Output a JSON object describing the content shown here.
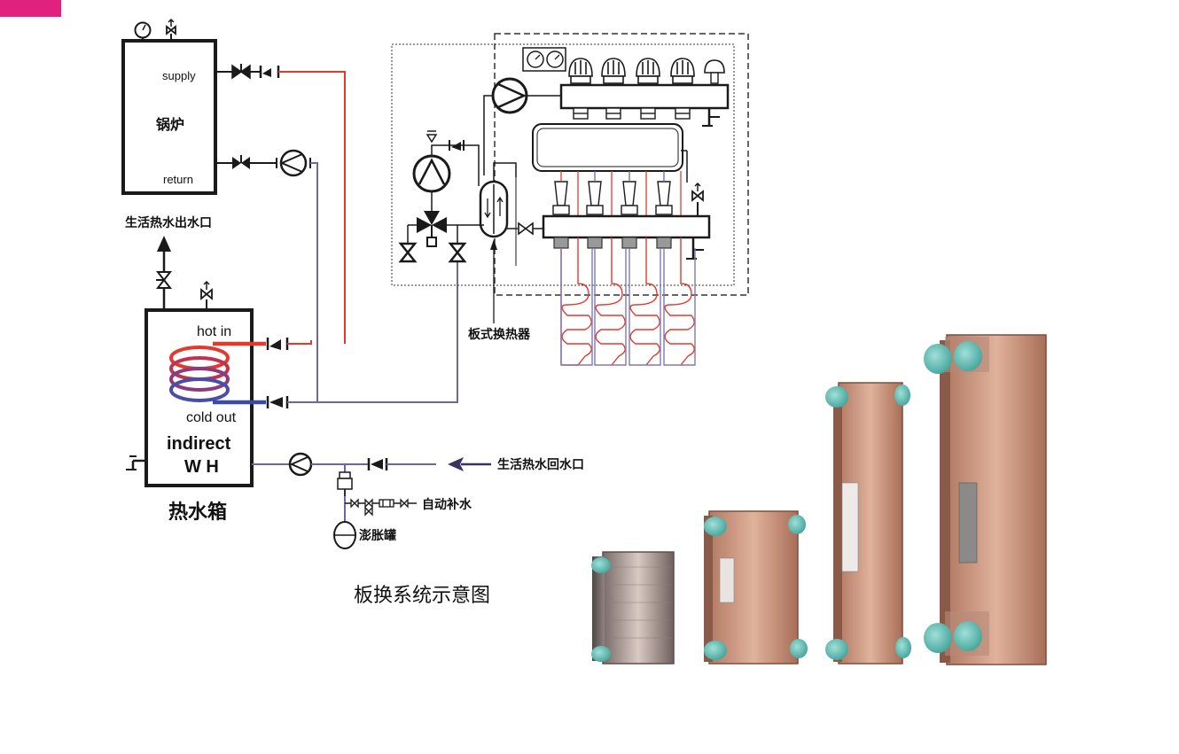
{
  "colors": {
    "accent_tab": "#e0217e",
    "hot_pipe": "#e23b2e",
    "cold_pipe": "#6e64a8",
    "line": "#1a1a1a",
    "copper": "#c98f73",
    "port_teal": "#5fbfb6"
  },
  "boiler": {
    "supply_label": "supply",
    "name_label": "锅炉",
    "return_label": "return"
  },
  "domestic_hot_outlet_label": "生活热水出水口",
  "tank": {
    "hot_in_label": "hot  in",
    "cold_out_label": "cold out",
    "indirect_label": "indirect",
    "wh_label": "W H",
    "name_label": "热水箱"
  },
  "domestic_return_label": "生活热水回水口",
  "auto_fill_label": "自动补水",
  "expansion_tank_label": "澎胀罐",
  "plate_exchanger_label": "板式换热器",
  "diagram_title": "板换系统示意图",
  "icons": [
    "gauge-icon",
    "relief-valve-icon",
    "gate-valve-icon",
    "check-valve-icon",
    "pump-icon",
    "faucet-icon",
    "three-way-valve-icon",
    "air-vent-icon"
  ]
}
